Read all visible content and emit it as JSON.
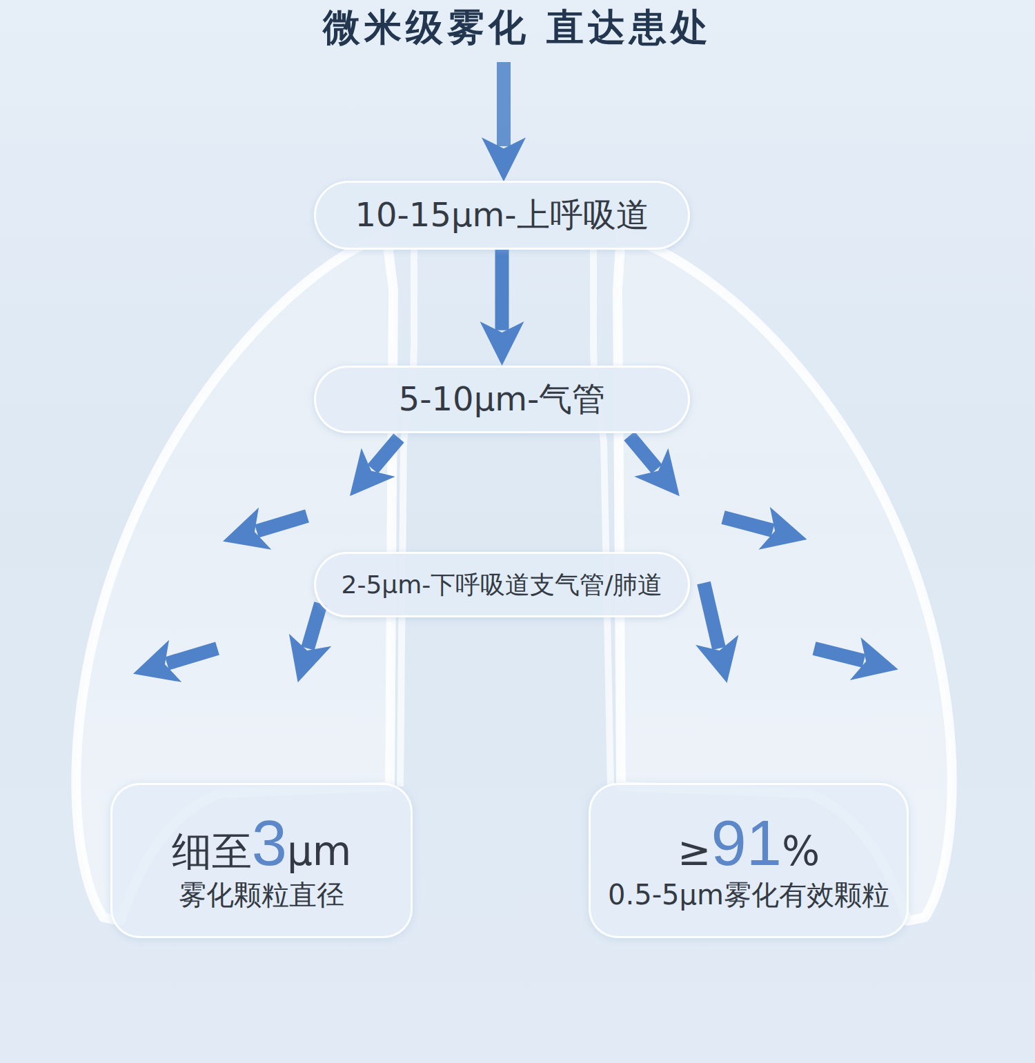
{
  "diagram": {
    "title": "微米级雾化 直达患处",
    "nodes": [
      {
        "text": [
          "10-15μm-上呼吸道"
        ]
      },
      {
        "text": [
          "5-10μm-气管"
        ]
      },
      {
        "text": [
          "2-5μm-下呼吸道支气管/肺道"
        ]
      },
      {
        "text": [
          "细至3μm",
          "雾化颗粒直径"
        ]
      },
      {
        "text": [
          "≥91%",
          "0.5-5μm雾化有效颗粒"
        ]
      }
    ],
    "edges": [
      {
        "from": 0,
        "to": 1,
        "arrow": "to"
      }
    ]
  }
}
